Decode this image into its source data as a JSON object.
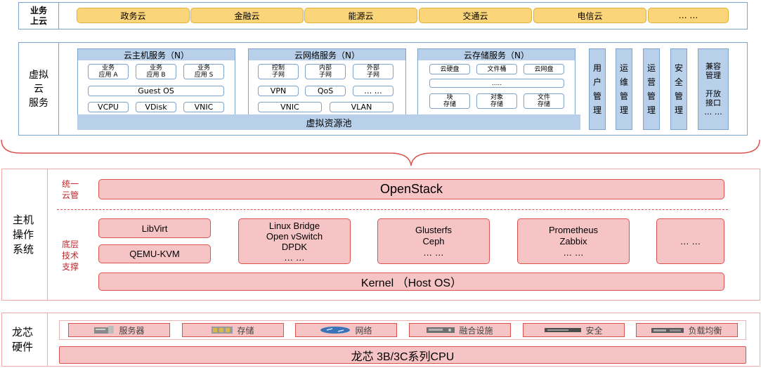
{
  "business": {
    "title": "业务\n上云",
    "clouds": [
      "政务云",
      "金融云",
      "能源云",
      "交通云",
      "电信云",
      "… …"
    ]
  },
  "virtual": {
    "title": "虚拟\n云\n服务",
    "compute": {
      "header": "云主机服务（N）",
      "apps": [
        "业务\n应用 A",
        "业务\n应用 B",
        "业务\n应用 S"
      ],
      "guest_os": "Guest OS",
      "resources": [
        "VCPU",
        "VDisk",
        "VNIC"
      ]
    },
    "network": {
      "header": "云网络服务（N）",
      "subnets": [
        "控制\n子网",
        "内部\n子网",
        "外部\n子网"
      ],
      "row2": [
        "VPN",
        "QoS",
        "… …"
      ],
      "row3": [
        "VNIC",
        "VLAN"
      ]
    },
    "storage": {
      "header": "云存储服务（N）",
      "row1": [
        "云硬盘",
        "文件桶",
        "云网盘"
      ],
      "row2": ".....",
      "row3": [
        "块\n存储",
        "对象\n存储",
        "文件\n存储"
      ]
    },
    "pool": "虚拟资源池",
    "mgmt": [
      "用\n户\n管\n理",
      "运\n维\n管\n理",
      "运\n营\n管\n理",
      "安\n全\n管\n理",
      "兼容\n管理\n\n开放\n接口\n… …"
    ]
  },
  "host_os": {
    "title": "主机\n操作\n系统",
    "unified_label": "统一\n云管",
    "openstack": "OpenStack",
    "base_label": "底层\n技术\n支撑",
    "libvirt": "LibVirt",
    "qemu": "QEMU-KVM",
    "network_tech": "Linux Bridge\nOpen vSwitch\nDPDK\n… …",
    "storage_tech": "Glusterfs\nCeph\n… …",
    "monitor_tech": "Prometheus\nZabbix\n… …",
    "other_tech": "… …",
    "kernel": "Kernel （Host OS）"
  },
  "hardware": {
    "title": "龙芯\n硬件",
    "items": [
      {
        "label": "服务器",
        "icon": "server-icon"
      },
      {
        "label": "存储",
        "icon": "storage-icon"
      },
      {
        "label": "网络",
        "icon": "network-icon"
      },
      {
        "label": "融合设施",
        "icon": "converged-icon"
      },
      {
        "label": "安全",
        "icon": "security-icon"
      },
      {
        "label": "负载均衡",
        "icon": "load-balancer-icon"
      }
    ],
    "cpu": "龙芯 3B/3C系列CPU"
  },
  "colors": {
    "blue_border": "#7ea3cc",
    "blue_fill": "#b9d0ea",
    "gold_fill": "#fbd57a",
    "red_fill": "#f7c4c5",
    "red_border": "#d9534f",
    "red_text": "#c0272d"
  }
}
